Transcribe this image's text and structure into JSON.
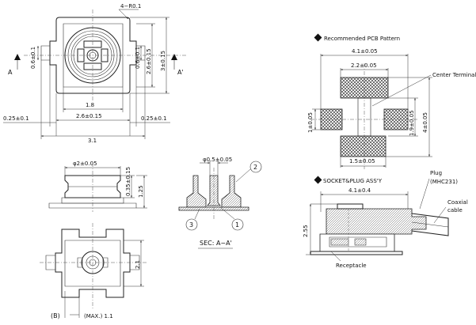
{
  "top_view": {
    "corner": "4−R0.1",
    "d_06_left": "0.6±0.1",
    "d_06_right": "0.6±0.1",
    "d_26_vert": "2.6±0.15",
    "d_3": "3±0.15",
    "d_18": "1.8",
    "d_26_horiz": "2.6±0.15",
    "d_025_left": "0.25±0.1",
    "d_025_right": "0.25±0.1",
    "d_31": "3.1",
    "sec_a_left": "A",
    "sec_a_right": "A'"
  },
  "side_view": {
    "d_phi2": "φ2±0.05",
    "d_035": "0.35±0.15",
    "d_125": "1.25"
  },
  "section": {
    "d_phi05": "φ0.5±0.05",
    "label": "SEC: A−A'",
    "callout_1": "1",
    "callout_2": "2",
    "callout_3": "3"
  },
  "bottom_view": {
    "d_21": "2.1",
    "label_b": "(B)",
    "label_max": "(MAX.) 1.1"
  },
  "pcb": {
    "title": "Recommended PCB Pattern",
    "d_41": "4.1±0.05",
    "d_22": "2.2±0.05",
    "center_terminal": "Center Terminal",
    "d_1_left": "1±0.05",
    "d_19": "1.9±0.05",
    "d_4": "4±0.05",
    "d_15": "1.5±0.05"
  },
  "assy": {
    "title": "SOCKET&PLUG ASS'Y",
    "plug": "Plug",
    "plug_model": "(MHC231)",
    "coaxial": "Coaxial",
    "cable": "cable",
    "d_41": "4.1±0.4",
    "d_255": "2.55",
    "receptacle": "Receptacle"
  }
}
